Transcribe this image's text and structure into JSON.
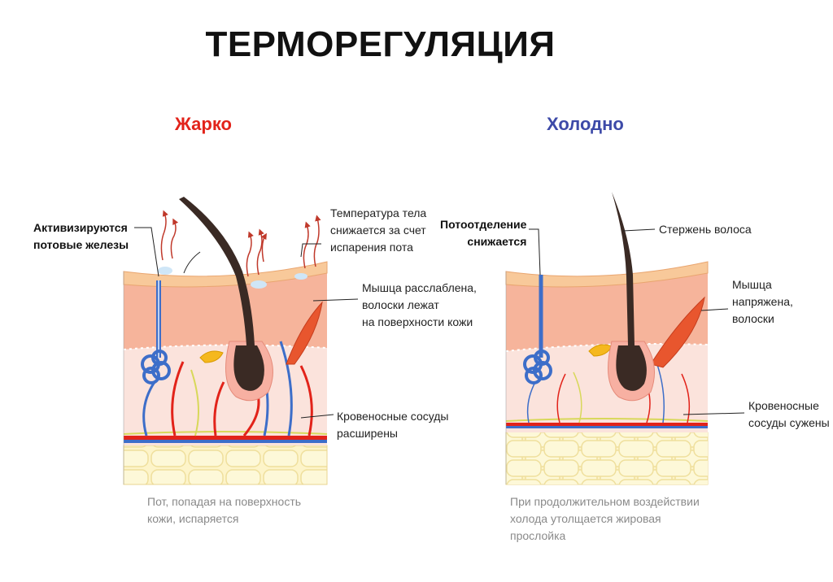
{
  "title": "ТЕРМОРЕГУЛЯЦИЯ",
  "panels": {
    "hot": {
      "heading": "Жарко",
      "labels": {
        "sweat_glands": "Активизируются\nпотовые железы",
        "temperature": "Температура тела\nснижается за счет\nиспарения пота",
        "muscle": "Мышца расслаблена,\nволоски лежат\nна поверхности кожи",
        "vessels": "Кровеносные сосуды\nрасширены"
      },
      "note": "Пот, попадая на поверхность\nкожи, испаряется"
    },
    "cold": {
      "heading": "Холодно",
      "labels": {
        "sweating": "Потоотделение\nснижается",
        "hair_shaft": "Стержень волоса",
        "muscle": "Мышца\nнапряжена,\nволоски",
        "vessels": "Кровеносные\nсосуды сужены"
      },
      "note": "При продолжительном воздействии\nхолода утолщается жировая\nпрослойка"
    }
  },
  "colors": {
    "hot_heading": "#e2231a",
    "cold_heading": "#3d4aa8",
    "epidermis": "#f8c99a",
    "dermis": "#f6b49b",
    "dermis_deep": "#fbe3dc",
    "fat": "#fdf4c9",
    "artery": "#e2231a",
    "vein": "#3d6ec9",
    "nerve": "#d8d85a",
    "hair": "#3a2a24",
    "sweat_arrow": "#c0392b"
  }
}
